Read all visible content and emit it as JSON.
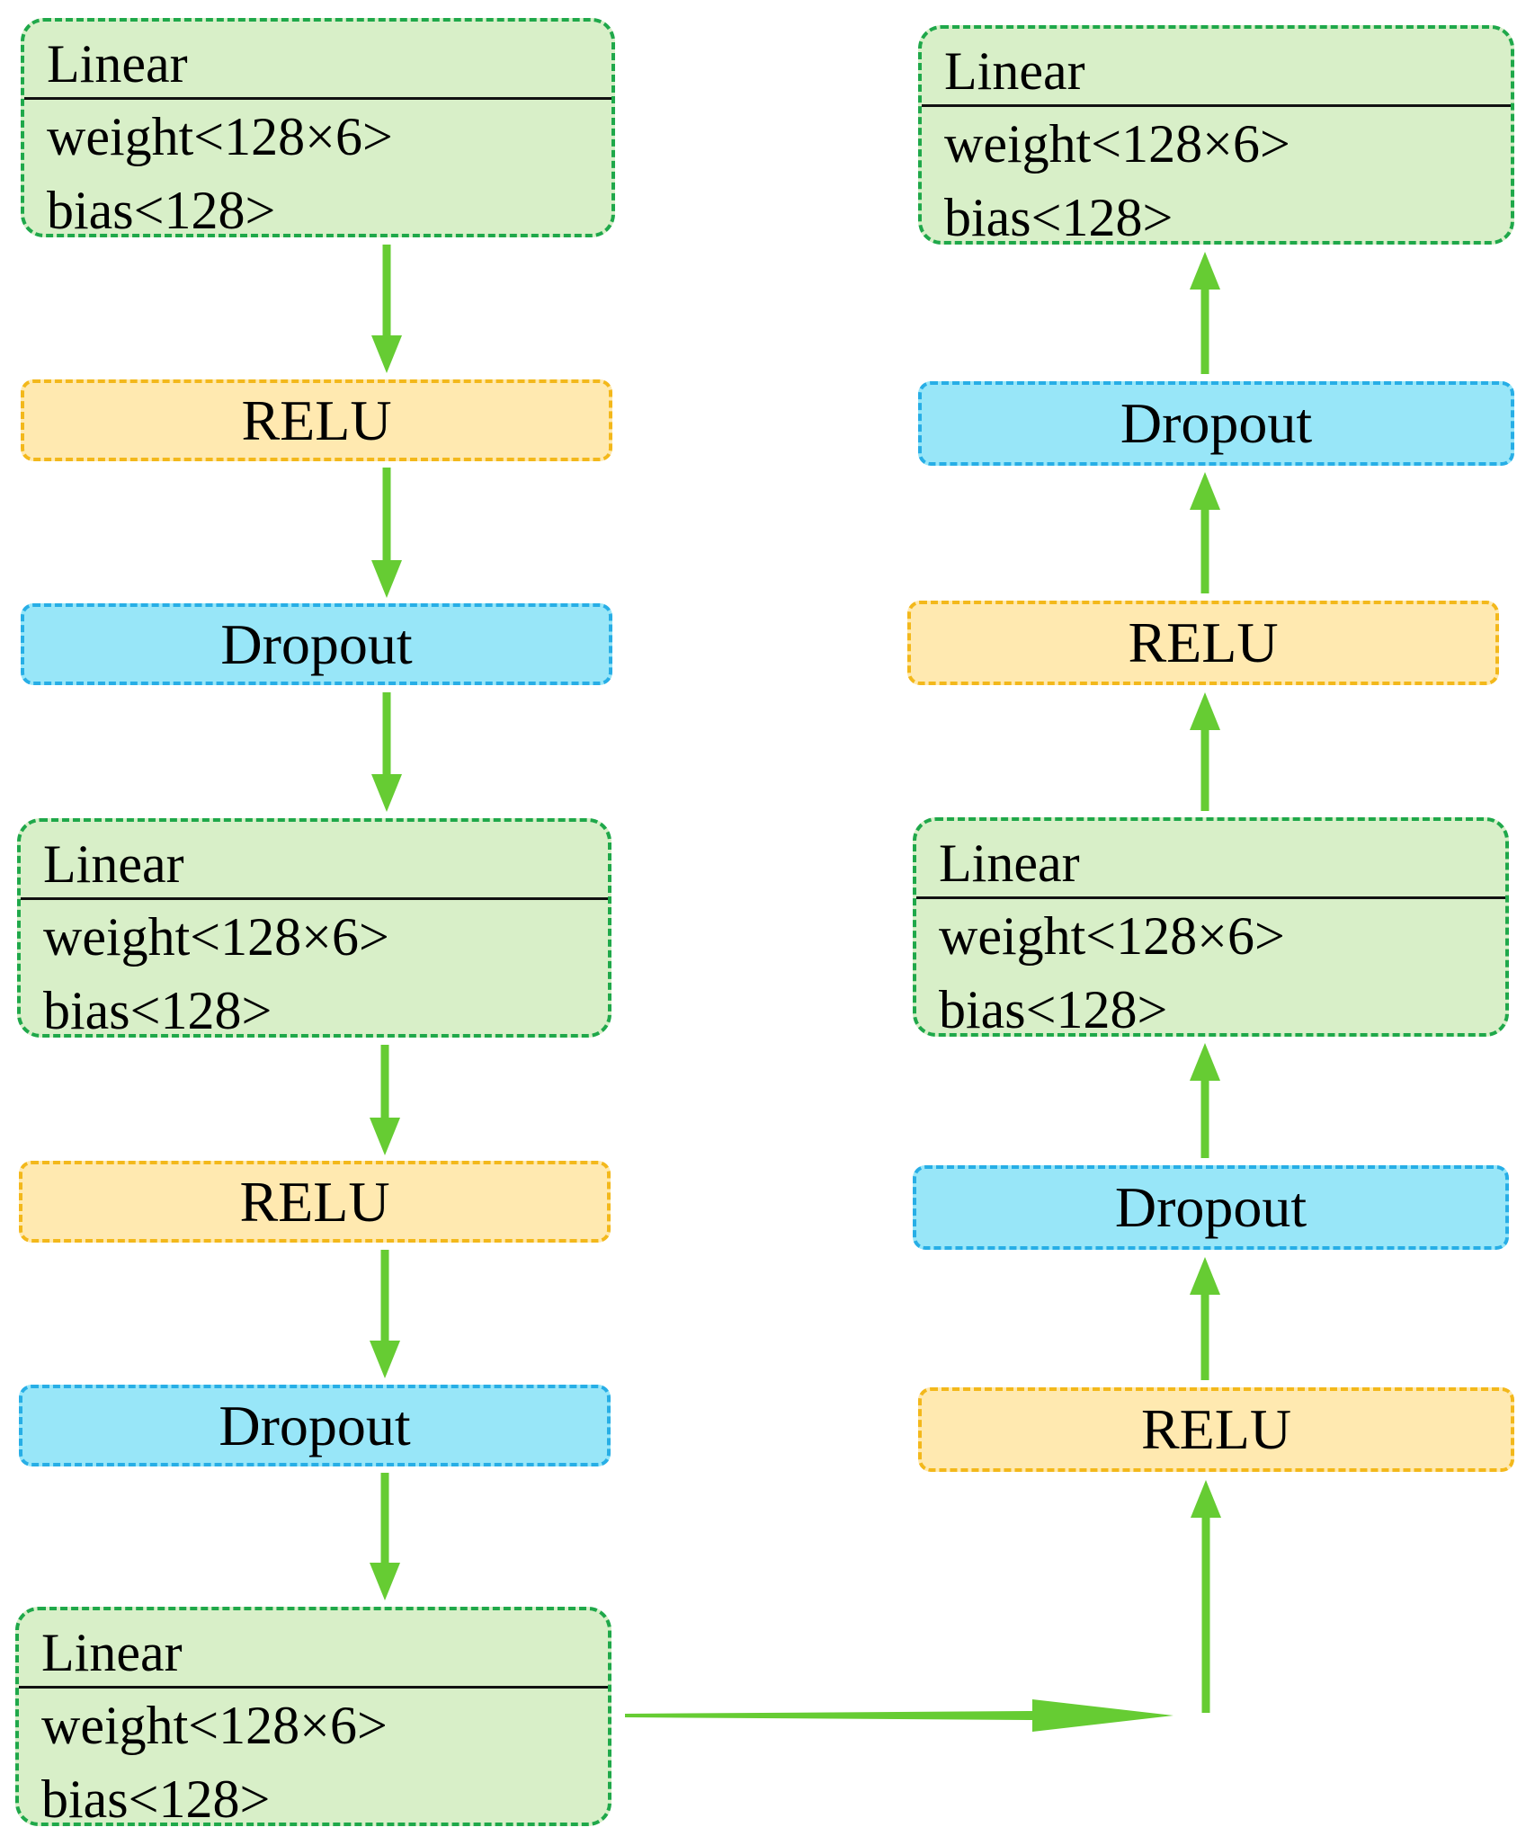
{
  "colors": {
    "linear_fill": "#d8efc8",
    "linear_border": "#1fa84a",
    "relu_fill": "#ffe9b0",
    "relu_border": "#f3b81b",
    "dropout_fill": "#98e6f8",
    "dropout_border": "#27aee6",
    "arrow": "#66cc33"
  },
  "left_column": [
    {
      "type": "linear",
      "title": "Linear",
      "weight": "weight<128×6>",
      "bias": "bias<128>"
    },
    {
      "type": "relu",
      "label": "RELU"
    },
    {
      "type": "dropout",
      "label": "Dropout"
    },
    {
      "type": "linear",
      "title": "Linear",
      "weight": "weight<128×6>",
      "bias": "bias<128>"
    },
    {
      "type": "relu",
      "label": "RELU"
    },
    {
      "type": "dropout",
      "label": "Dropout"
    },
    {
      "type": "linear",
      "title": "Linear",
      "weight": "weight<128×6>",
      "bias": "bias<128>"
    }
  ],
  "right_column": [
    {
      "type": "linear",
      "title": "Linear",
      "weight": "weight<128×6>",
      "bias": "bias<128>"
    },
    {
      "type": "dropout",
      "label": "Dropout"
    },
    {
      "type": "relu",
      "label": "RELU"
    },
    {
      "type": "linear",
      "title": "Linear",
      "weight": "weight<128×6>",
      "bias": "bias<128>"
    },
    {
      "type": "dropout",
      "label": "Dropout"
    },
    {
      "type": "relu",
      "label": "RELU"
    }
  ]
}
